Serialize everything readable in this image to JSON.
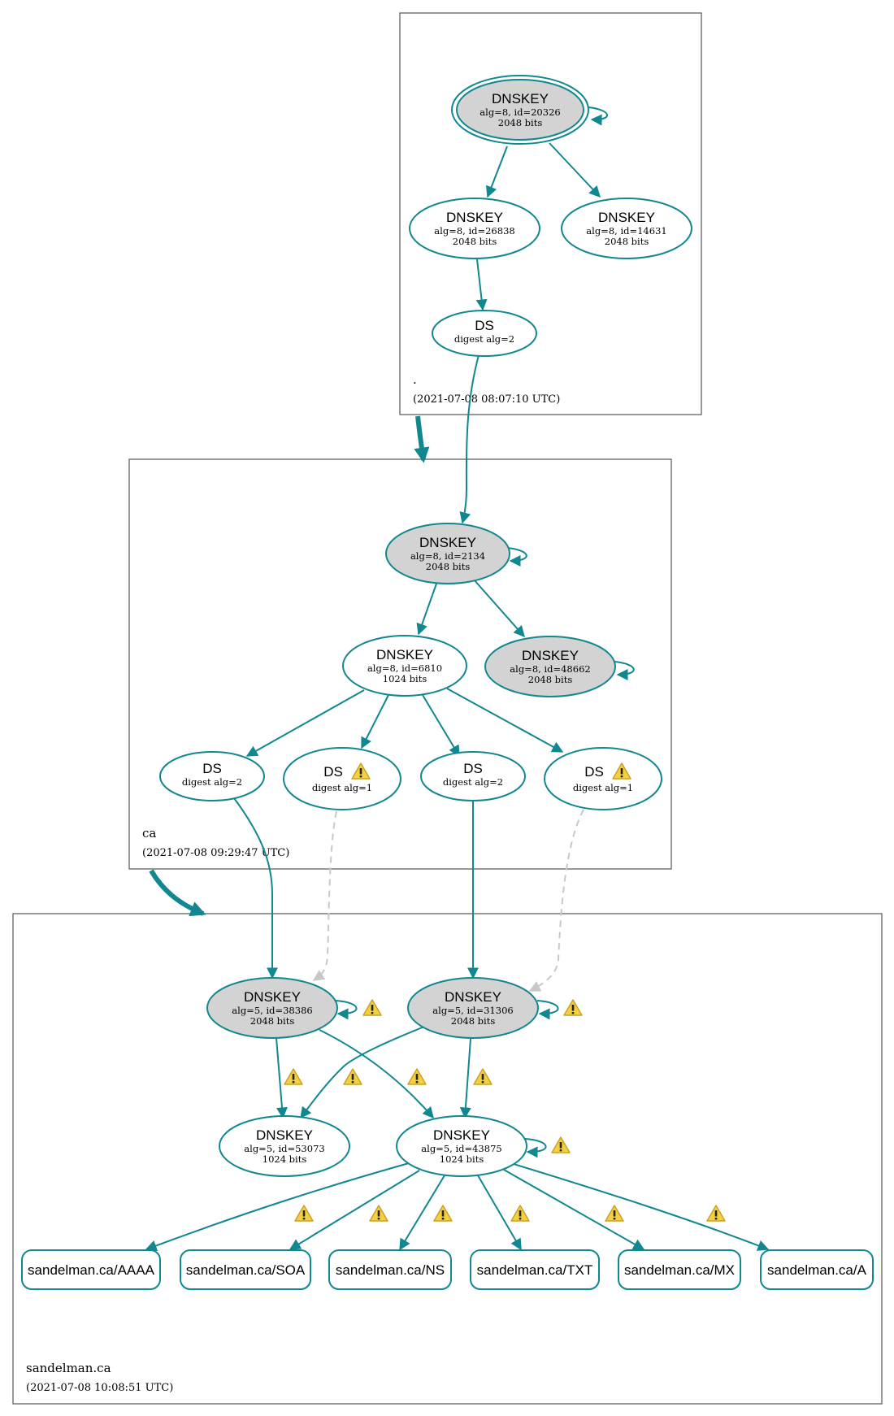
{
  "colors": {
    "edge": "#11878f",
    "insecure_edge": "#c8c8c8",
    "ksk_fill": "#d3d3d3",
    "node_fill": "#ffffff",
    "warning_fill": "#f4d03f",
    "warning_stroke": "#c9a227"
  },
  "icons": {
    "warning": "warning-triangle-icon"
  },
  "zones": [
    {
      "name": ".",
      "timestamp": "(2021-07-08 08:07:10 UTC)",
      "nodes": [
        {
          "kind": "DNSKEY",
          "title": "DNSKEY",
          "line1": "alg=8, id=20326",
          "line2": "2048 bits",
          "sep": true,
          "trust_anchor": true
        },
        {
          "kind": "DNSKEY",
          "title": "DNSKEY",
          "line1": "alg=8, id=26838",
          "line2": "2048 bits"
        },
        {
          "kind": "DNSKEY",
          "title": "DNSKEY",
          "line1": "alg=8, id=14631",
          "line2": "2048 bits"
        },
        {
          "kind": "DS",
          "title": "DS",
          "line1": "digest alg=2"
        }
      ]
    },
    {
      "name": "ca",
      "timestamp": "(2021-07-08 09:29:47 UTC)",
      "nodes": [
        {
          "kind": "DNSKEY",
          "title": "DNSKEY",
          "line1": "alg=8, id=2134",
          "line2": "2048 bits",
          "sep": true
        },
        {
          "kind": "DNSKEY",
          "title": "DNSKEY",
          "line1": "alg=8, id=6810",
          "line2": "1024 bits"
        },
        {
          "kind": "DNSKEY",
          "title": "DNSKEY",
          "line1": "alg=8, id=48662",
          "line2": "2048 bits",
          "sep": true
        },
        {
          "kind": "DS",
          "title": "DS",
          "line1": "digest alg=2"
        },
        {
          "kind": "DS",
          "title": "DS",
          "line1": "digest alg=1",
          "warning": true
        },
        {
          "kind": "DS",
          "title": "DS",
          "line1": "digest alg=2"
        },
        {
          "kind": "DS",
          "title": "DS",
          "line1": "digest alg=1",
          "warning": true
        }
      ]
    },
    {
      "name": "sandelman.ca",
      "timestamp": "(2021-07-08 10:08:51 UTC)",
      "nodes": [
        {
          "kind": "DNSKEY",
          "title": "DNSKEY",
          "line1": "alg=5, id=38386",
          "line2": "2048 bits",
          "sep": true
        },
        {
          "kind": "DNSKEY",
          "title": "DNSKEY",
          "line1": "alg=5, id=31306",
          "line2": "2048 bits",
          "sep": true
        },
        {
          "kind": "DNSKEY",
          "title": "DNSKEY",
          "line1": "alg=5, id=53073",
          "line2": "1024 bits"
        },
        {
          "kind": "DNSKEY",
          "title": "DNSKEY",
          "line1": "alg=5, id=43875",
          "line2": "1024 bits"
        }
      ],
      "rrsets": [
        "sandelman.ca/AAAA",
        "sandelman.ca/SOA",
        "sandelman.ca/NS",
        "sandelman.ca/TXT",
        "sandelman.ca/MX",
        "sandelman.ca/A"
      ]
    }
  ]
}
